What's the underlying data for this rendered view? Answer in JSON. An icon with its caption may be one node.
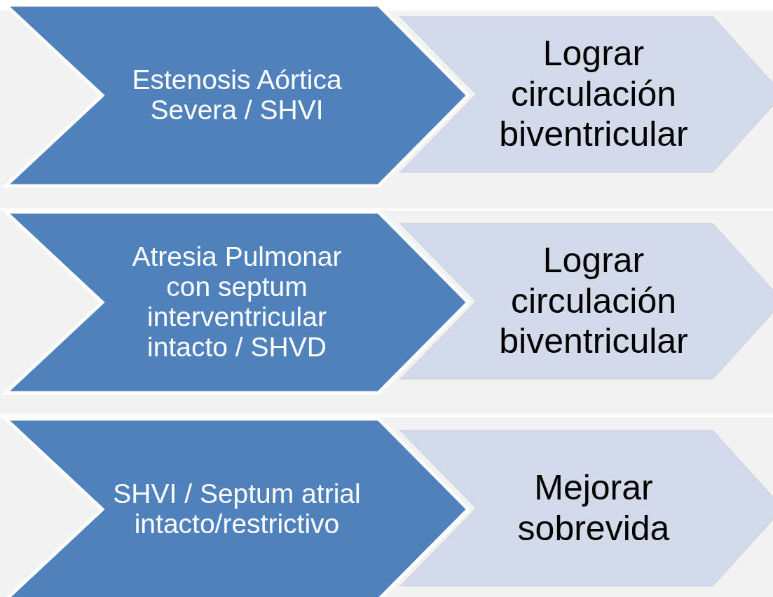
{
  "diagram": {
    "nodes": [
      {
        "text": [
          "Estenosis Aórtica Severa / SHVI"
        ]
      },
      {
        "text": [
          "Lograr circulación biventricular"
        ]
      },
      {
        "text": [
          "Atresia Pulmonar con septum interventricular intacto / SHVD"
        ]
      },
      {
        "text": [
          "Lograr circulación biventricular"
        ]
      },
      {
        "text": [
          "SHVI / Septum atrial intacto/restrictivo"
        ]
      },
      {
        "text": [
          "Mejorar sobrevida"
        ]
      }
    ]
  }
}
